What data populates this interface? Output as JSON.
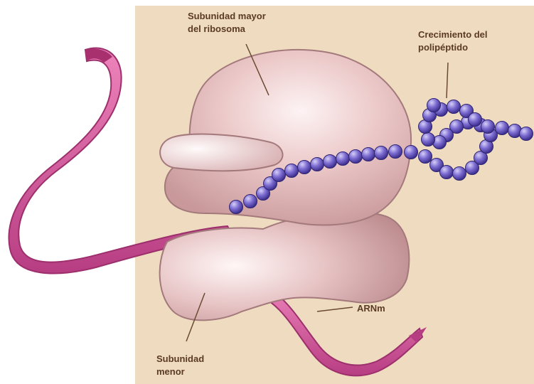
{
  "labels": {
    "large_subunit_line1": "Subunidad mayor",
    "large_subunit_line2": "del ribosoma",
    "polypeptide_line1": "Crecimiento del",
    "polypeptide_line2": "polipéptido",
    "mrna": "ARNm",
    "small_subunit_line1": "Subunidad",
    "small_subunit_line2": "menor"
  },
  "colors": {
    "background_panel": "#efdcc0",
    "ribosome": "#d9b0b0",
    "ribosome_highlight": "#fbeff0",
    "ribbon": "#d9589c",
    "ribbon_dark": "#9c2f6c",
    "amino_acid": "#6f5fc8",
    "amino_acid_highlight": "#c9c0f2",
    "label_text": "#5a3a22"
  }
}
